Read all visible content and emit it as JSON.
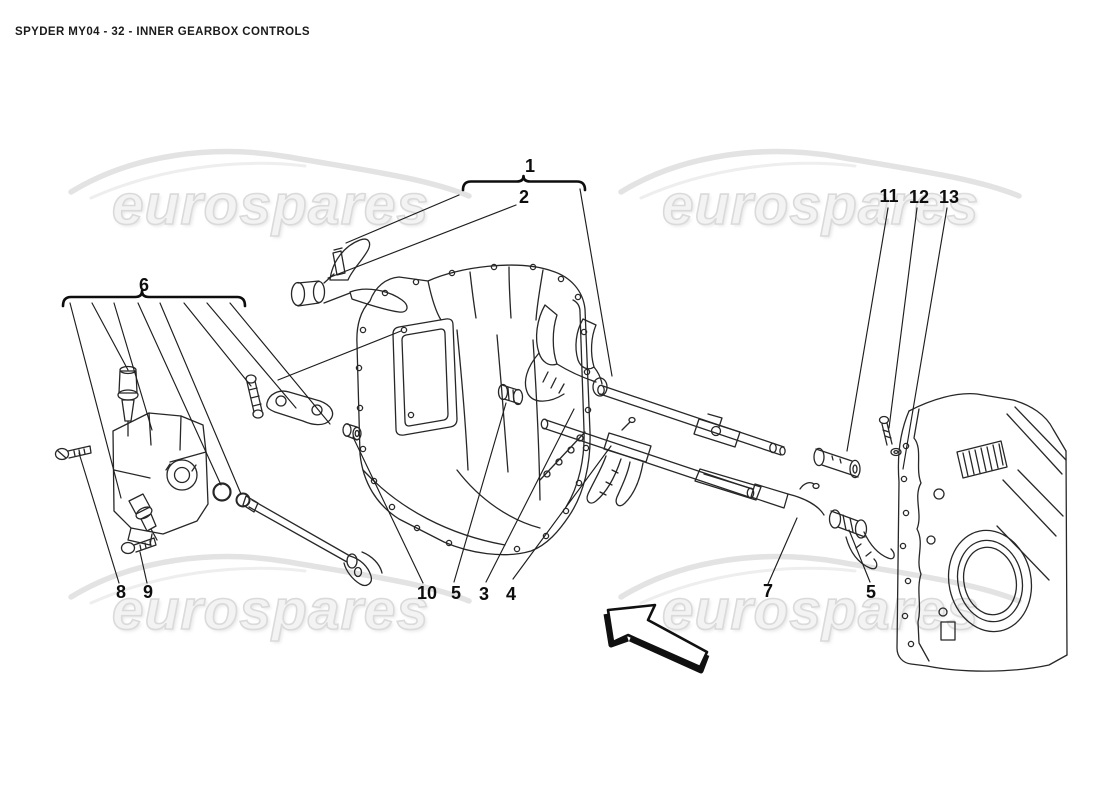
{
  "page": {
    "title": "SPYDER MY04 - 32 - INNER GEARBOX CONTROLS"
  },
  "watermark": {
    "text": "eurospares"
  },
  "callouts": {
    "c1": {
      "label": "1"
    },
    "c2": {
      "label": "2"
    },
    "c3": {
      "label": "3"
    },
    "c4": {
      "label": "4"
    },
    "c5a": {
      "label": "5"
    },
    "c5b": {
      "label": "5"
    },
    "c6": {
      "label": "6"
    },
    "c7": {
      "label": "7"
    },
    "c8": {
      "label": "8"
    },
    "c9": {
      "label": "9"
    },
    "c10": {
      "label": "10"
    },
    "c11": {
      "label": "11"
    },
    "c12": {
      "label": "12"
    },
    "c13": {
      "label": "13"
    }
  }
}
